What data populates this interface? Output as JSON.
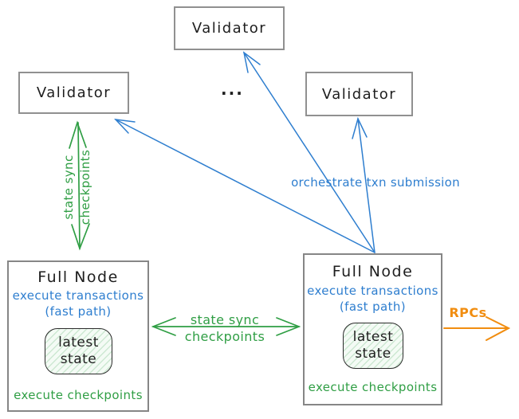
{
  "colors": {
    "blue": "#2e7ecf",
    "green": "#2f9e44",
    "orange": "#f18d10",
    "box_border": "#909090",
    "text_black": "#1e1e1e",
    "state_hatch_green": "#d9f2dc"
  },
  "validators": {
    "top_label": "Validator",
    "left_label": "Validator",
    "right_label": "Validator",
    "ellipsis": "..."
  },
  "full_node_left": {
    "title": "Full Node",
    "exec_line1": "execute transactions",
    "exec_line2": "(fast path)",
    "state_word1": "latest",
    "state_word2": "state",
    "footer": "execute checkpoints"
  },
  "full_node_right": {
    "title": "Full Node",
    "exec_line1": "execute transactions",
    "exec_line2": "(fast path)",
    "state_word1": "latest",
    "state_word2": "state",
    "footer": "execute checkpoints"
  },
  "labels": {
    "vertical_sync_line1": "state sync",
    "vertical_sync_line2": "checkpoints",
    "horizontal_sync_line1": "state sync",
    "horizontal_sync_line2": "checkpoints",
    "orchestrate": "orchestrate txn submission",
    "rpcs": "RPCs"
  }
}
